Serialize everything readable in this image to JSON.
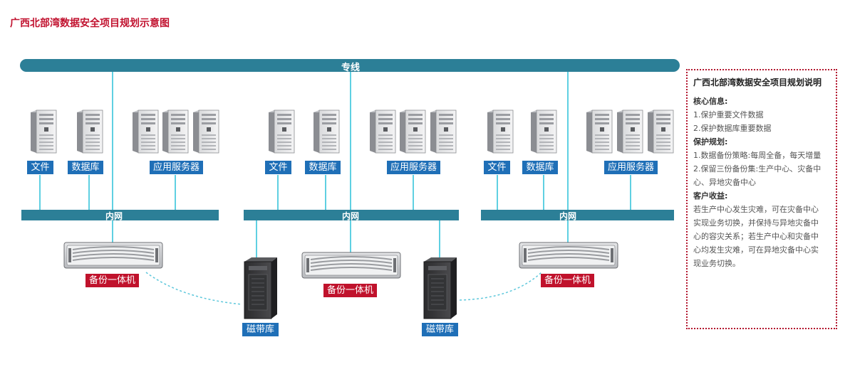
{
  "title": "广西北部湾数据安全项目规划示意图",
  "top_line_label": "专线",
  "lan_label": "内网",
  "labels": {
    "file": "文件",
    "database": "数据库",
    "app_servers": "应用服务器",
    "backup_appliance": "备份一体机",
    "tape_library": "磁带库"
  },
  "colors": {
    "title_red": "#c1122f",
    "bar_teal": "#2c7f97",
    "label_blue": "#1f6fb7",
    "label_red": "#c0122c",
    "link_cyan": "#5fd0e2"
  },
  "panel": {
    "title": "广西北部湾数据安全项目规划说明",
    "sections": [
      {
        "heading": "核心信息:",
        "lines": [
          "1.保护重要文件数据",
          "2.保护数据库重要数据"
        ]
      },
      {
        "heading": "保护规划:",
        "lines": [
          "1.数据备份策略:每周全备，每天增量",
          "2.保留三份备份集:生产中心、灾备中",
          "心、异地灾备中心"
        ]
      },
      {
        "heading": "客户收益:",
        "lines": [
          "若生产中心发生灾难，可在灾备中心",
          "实现业务切换，并保持与异地灾备中",
          "心的容灾关系；若生产中心和灾备中",
          "心均发生灾难，可在异地灾备中心实",
          "现业务切换。"
        ]
      }
    ]
  }
}
